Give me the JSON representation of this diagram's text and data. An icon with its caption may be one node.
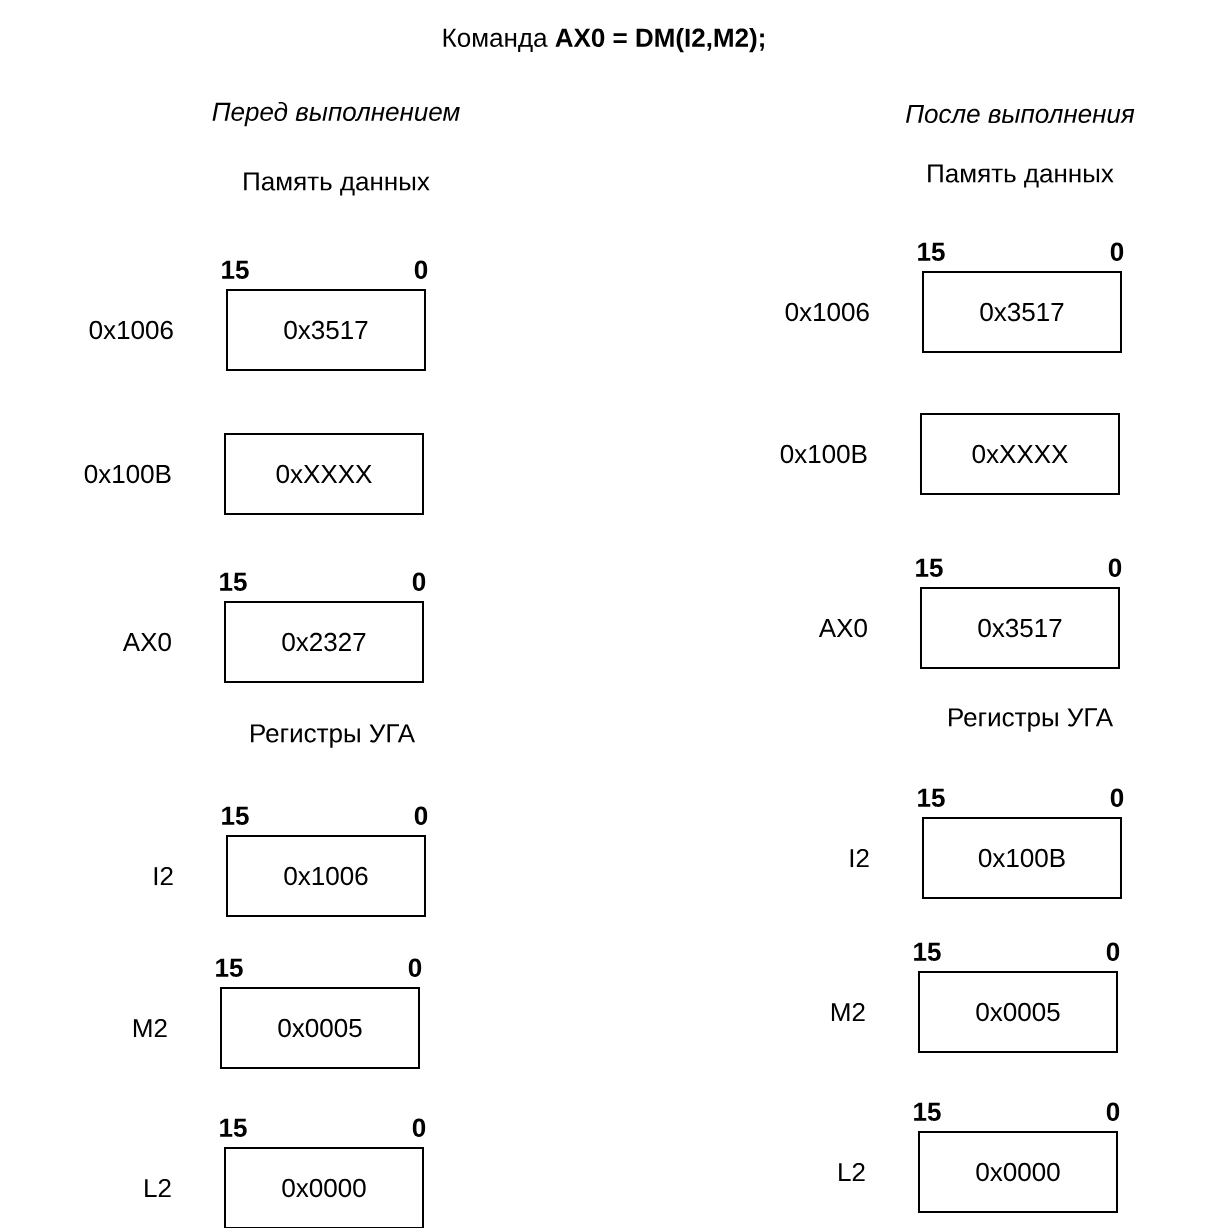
{
  "diagram": {
    "title": "Команда  **AX0 = DM(I2,M2);**",
    "nodes": [
      {
        "text": [
          "0x3517"
        ],
        "beside": [
          "15",
          "0",
          "0x1006"
        ]
      },
      {
        "text": [
          "0xXXXX"
        ],
        "beside": [
          "0x100B"
        ]
      },
      {
        "text": [
          "0x2327"
        ],
        "beside": [
          "15",
          "0",
          "AX0"
        ]
      },
      {
        "text": [
          "0x1006"
        ],
        "beside": [
          "15",
          "0",
          "I2"
        ]
      },
      {
        "text": [
          "0x0005"
        ],
        "beside": [
          "15",
          "0",
          "M2"
        ]
      },
      {
        "text": [
          "0x0000"
        ],
        "beside": [
          "15",
          "0",
          "L2"
        ]
      },
      {
        "text": [
          "0x3517"
        ],
        "beside": [
          "15",
          "0",
          "0x1006"
        ]
      },
      {
        "text": [
          "0xXXXX"
        ],
        "beside": [
          "0x100B"
        ]
      },
      {
        "text": [
          "0x3517"
        ],
        "beside": [
          "15",
          "0",
          "AX0"
        ]
      },
      {
        "text": [
          "0x100B"
        ],
        "beside": [
          "15",
          "0",
          "I2"
        ]
      },
      {
        "text": [
          "0x0005"
        ],
        "beside": [
          "15",
          "0",
          "M2"
        ]
      },
      {
        "text": [
          "0x0000"
        ],
        "beside": [
          "15",
          "0",
          "L2"
        ]
      }
    ],
    "labels": [
      "Перед выполнением",
      "После выполнения",
      "Память данных",
      "Память данных",
      "Регистры УГА",
      "Регистры УГА"
    ]
  }
}
